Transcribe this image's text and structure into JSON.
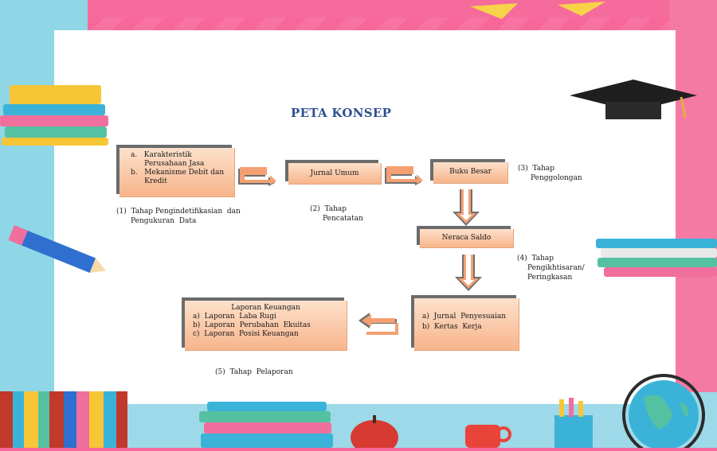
{
  "diagram": {
    "title": "PETA KONSEP",
    "box1": {
      "items": [
        "a.   Karakteristik",
        "      Perusahaan Jasa",
        "b.   Mekanisme Debit dan",
        "      Kredit"
      ]
    },
    "box2": {
      "label": "Jurnal Umum"
    },
    "box3": {
      "label": "Buku Besar"
    },
    "box4": {
      "label": "Neraca Saldo"
    },
    "box5": {
      "items": [
        "a)  Jurnal  Penyesuaian",
        "b)  Kertas  Kerja"
      ]
    },
    "box6": {
      "heading": "Laporan Keuangan",
      "items": [
        "a)  Laporan  Laba Rugi",
        "b)  Laporan  Perubahan  Ekuitas",
        "c)  Laporan  Posisi Keuangan"
      ]
    },
    "captions": {
      "step1_line1": "(1)  Tahap Pengindetifikasian  dan",
      "step1_line2": "Pengukuran  Data",
      "step2_line1": "(2)  Tahap",
      "step2_line2": "Pencatatan",
      "step3_line1": "(3)  Tahap",
      "step3_line2": "Penggolongan",
      "step4_line1": "(4)  Tahap",
      "step4_line2": "Pengikhtisaran/",
      "step4_line3": "Peringkasan",
      "step5_line1": "(5)  Tahap  Pelaporan"
    }
  },
  "colors": {
    "frame_pink": "#f7679a",
    "frame_blue": "#8fd6e6",
    "box_fill_top": "#fde1cc",
    "box_fill_bottom": "#f7b48a",
    "box_shadow": "#6b6b6b",
    "arrow_fill": "#f4a072",
    "arrow_dark": "#6f6f6f",
    "title": "#2f4f8f"
  }
}
